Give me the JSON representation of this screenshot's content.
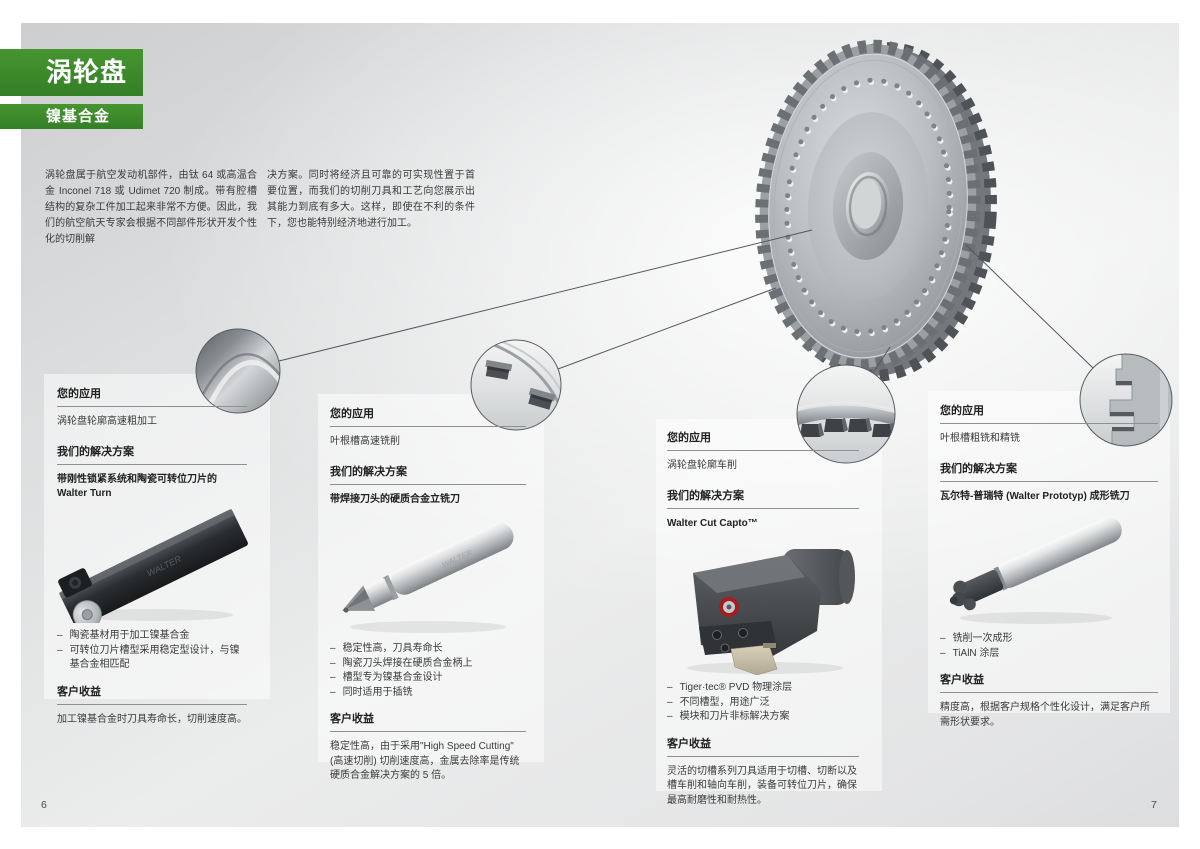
{
  "page": {
    "banner_title": "涡轮盘",
    "banner_subtitle": "镍基合金",
    "page_number_left": "6",
    "page_number_right": "7",
    "intro_paragraph_left": "涡轮盘属于航空发动机部件，由钛 64 或高温合金 Inconel 718 或 Udimet 720 制成。带有腔槽结构的复杂工件加工起来非常不方便。因此，我们的航空航天专家会根据不同部件形状开发个性化的切削解",
    "intro_paragraph_right": "决方案。同时将经济且可靠的可实现性置于首要位置，而我们的切削刀具和工艺向您展示出其能力到底有多大。这样，即使在不利的条件下，您也能特别经济地进行加工。",
    "colors": {
      "accent_green": "#3c892b",
      "page_gray": "#dcdedf",
      "text_dark": "#3a3a3a"
    }
  },
  "labels": {
    "application_heading": "您的应用",
    "solution_heading": "我们的解决方案",
    "benefit_heading": "客户收益"
  },
  "columns": [
    {
      "application": "涡轮盘轮廓高速粗加工",
      "solution": "带刚性锁紧系统和陶瓷可转位刀片的\nWalter Turn",
      "product_image": "ceramic-insert-turning-tool",
      "bullets": [
        "陶瓷基材用于加工镍基合金",
        "可转位刀片槽型采用稳定型设计，与镍基合金相匹配"
      ],
      "benefit": "加工镍基合金时刀具寿命长，切削速度高。"
    },
    {
      "application": "叶根槽高速铣削",
      "solution": "带焊接刀头的硬质合金立铣刀",
      "product_image": "brazed-head-carbide-end-mill",
      "bullets": [
        "稳定性高，刀具寿命长",
        "陶瓷刀头焊接在硬质合金柄上",
        "槽型专为镍基合金设计",
        "同时适用于插铣"
      ],
      "benefit": "稳定性高，由于采用\"High Speed Cutting\" (高速切削) 切削速度高，金属去除率是传统硬质合金解决方案的 5 倍。"
    },
    {
      "application": "涡轮盘轮廓车削",
      "solution": "Walter Cut Capto™",
      "product_image": "walter-cut-capto-grooving-tool",
      "bullets": [
        "Tiger·tec® PVD 物理涂层",
        "不同槽型，用途广泛",
        "模块和刀片非标解决方案"
      ],
      "benefit": "灵活的切槽系列刀具适用于切槽、切断以及槽车削和轴向车削，装备可转位刀片，确保最高耐磨性和耐热性。"
    },
    {
      "application": "叶根槽粗铣和精铣",
      "solution": "瓦尔特-普瑞特 (Walter Prototyp) 成形铣刀",
      "product_image": "prototyp-form-milling-cutter",
      "bullets": [
        "铣削一次成形",
        "TiAlN 涂层"
      ],
      "benefit": "精度高，根据客户规格个性化设计，满足客户所需形状要求。"
    }
  ],
  "artwork": {
    "hero_image": "turbine-disk",
    "tool_etching": "WALTER",
    "callouts": [
      "disk-contour-detail",
      "blade-root-slot-detail",
      "rim-teeth-detail",
      "fir-tree-profile-detail"
    ]
  }
}
